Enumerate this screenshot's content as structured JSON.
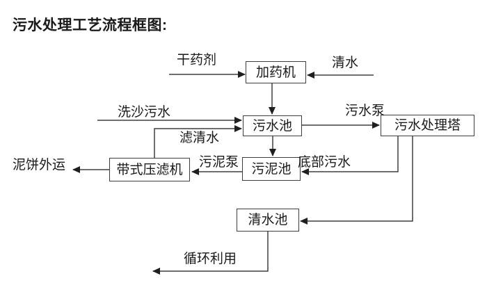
{
  "page": {
    "title": "污水处理工艺流程框图:"
  },
  "diagram": {
    "type": "flowchart",
    "colors": {
      "line": "#3f3f3f",
      "arrowhead": "#1f1f1f",
      "text": "#1a1a1a",
      "box_border": "#3d3d3d",
      "box_fill": "#ffffff",
      "background": "#ffffff"
    },
    "nodes": [
      {
        "id": "dosing-machine",
        "label": "加药机"
      },
      {
        "id": "sewage-pool",
        "label": "污水池"
      },
      {
        "id": "sewage-treatment-tower",
        "label": "污水处理塔"
      },
      {
        "id": "sludge-pool",
        "label": "污泥池"
      },
      {
        "id": "belt-filter-press",
        "label": "带式压滤机"
      },
      {
        "id": "clean-water-pool",
        "label": "清水池"
      }
    ],
    "edges": [
      {
        "label": "干药剂",
        "from": "external",
        "to": "dosing-machine"
      },
      {
        "label": "清水",
        "from": "external",
        "to": "dosing-machine"
      },
      {
        "label": "",
        "from": "dosing-machine",
        "to": "sewage-pool"
      },
      {
        "label": "洗沙污水",
        "from": "external",
        "to": "sewage-pool"
      },
      {
        "label": "滤清水",
        "from": "belt-filter-press",
        "to": "sewage-pool"
      },
      {
        "label": "污水泵",
        "from": "sewage-pool",
        "to": "sewage-treatment-tower"
      },
      {
        "label": "",
        "from": "sewage-pool",
        "to": "sludge-pool"
      },
      {
        "label": "底部污水",
        "from": "sewage-treatment-tower",
        "to": "sludge-pool"
      },
      {
        "label": "污泥泵",
        "from": "sludge-pool",
        "to": "belt-filter-press"
      },
      {
        "label": "泥饼外运",
        "from": "belt-filter-press",
        "to": "external"
      },
      {
        "label": "",
        "from": "sewage-treatment-tower",
        "to": "clean-water-pool"
      },
      {
        "label": "循环利用",
        "from": "clean-water-pool",
        "to": "external"
      }
    ]
  }
}
